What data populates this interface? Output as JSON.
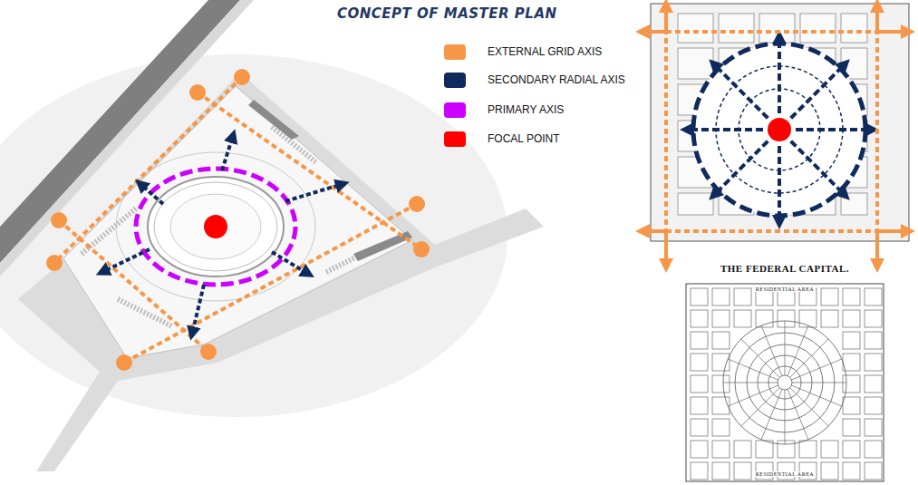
{
  "diagram": {
    "title": "CONCEPT OF MASTER PLAN",
    "labels": [
      "THE FEDERAL CAPITAL.",
      "RESIDENTIAL AREA",
      "RESIDENTIAL AREA"
    ],
    "legend": [
      {
        "text": "EXTERNAL GRID AXIS",
        "color": "#f79646"
      },
      {
        "text": "SECONDARY RADIAL AXIS",
        "color": "#0f2a5c"
      },
      {
        "text": "PRIMARY AXIS",
        "color": "#cc00ff"
      },
      {
        "text": "FOCAL POINT",
        "color": "#ff0000"
      }
    ]
  }
}
